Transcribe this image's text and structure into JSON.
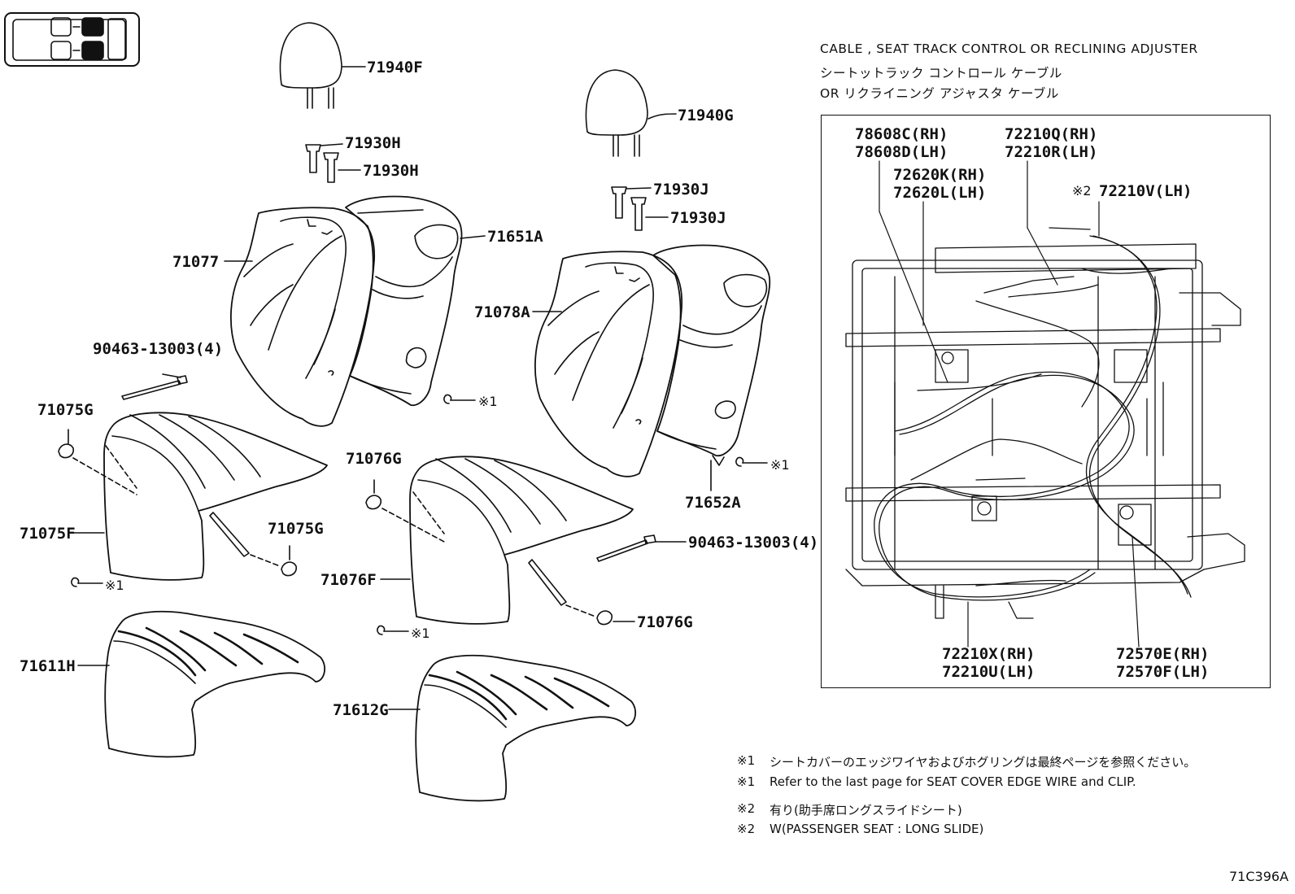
{
  "diagram_id": "71C396A",
  "headrests": {
    "left": "71940F",
    "right": "71940G"
  },
  "supports": {
    "left_1": "71930H",
    "left_2": "71930H",
    "right_1": "71930J",
    "right_2": "71930J"
  },
  "back": {
    "left_cover": "71077",
    "left_board": "71651A",
    "right_cover": "71078A",
    "right_board": "71652A"
  },
  "hog_ring_left": "90463-13003(4)",
  "hog_ring_right": "90463-13003(4)",
  "cushion": {
    "left_clip_top": "71075G",
    "left_cover": "71075F",
    "left_clip_bottom": "71075G",
    "right_clip_top": "71076G",
    "right_cover": "71076F",
    "right_clip_bottom": "71076G",
    "left_pad": "71611H",
    "right_pad": "71612G"
  },
  "ref_mark": "※1",
  "cable_section": {
    "title_en": "CABLE , SEAT TRACK CONTROL OR RECLINING ADJUSTER",
    "title_jp_1": "シートットラック コントロール ケーブル",
    "title_jp_2": "OR リクライニング アジャスタ ケーブル",
    "part_78608_rh": "78608C(RH)",
    "part_78608_lh": "78608D(LH)",
    "part_72620_rh": "72620K(RH)",
    "part_72620_lh": "72620L(LH)",
    "part_72210q_rh": "72210Q(RH)",
    "part_72210r_lh": "72210R(LH)",
    "part_72210v_mark": "※2",
    "part_72210v_lh": "72210V(LH)",
    "part_72210x_rh": "72210X(RH)",
    "part_72210u_lh": "72210U(LH)",
    "part_72570e_rh": "72570E(RH)",
    "part_72570f_lh": "72570F(LH)"
  },
  "notes": {
    "n1_mark": "※1",
    "n1_jp": "シートカバーのエッジワイヤおよびホグリングは最終ページを参照ください。",
    "n1_en": "Refer to the last page for SEAT COVER EDGE WIRE and CLIP.",
    "n2_mark": "※2",
    "n2_jp": "有り(助手席ロングスライドシート)",
    "n2_en": "W(PASSENGER SEAT : LONG SLIDE)"
  },
  "icons": [
    "seat-layout-icon",
    "headrest-drawing",
    "seatback-drawing",
    "cushion-drawing",
    "seat-frame-drawing",
    "cable-drawing",
    "clip-drawing"
  ]
}
